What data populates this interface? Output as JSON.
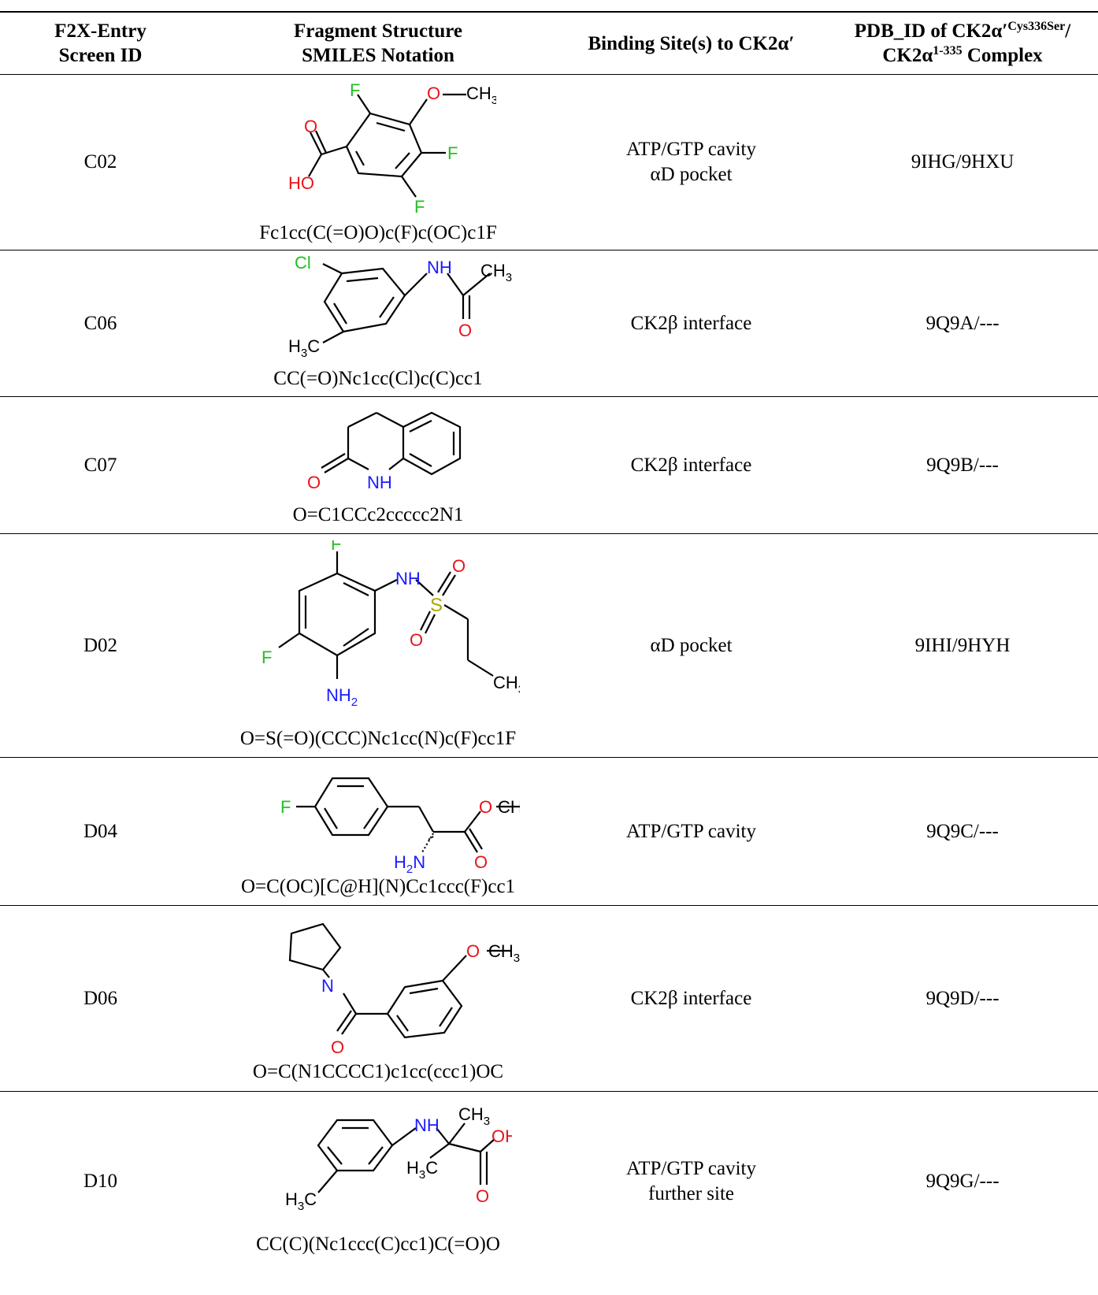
{
  "headers": {
    "col1_line1": "F2X-Entry",
    "col1_line2": "Screen ID",
    "col2_line1": "Fragment Structure",
    "col2_line2": "SMILES Notation",
    "col3_text": "Binding Site(s) to CK2α′",
    "col4_line1a": "PDB_ID of CK2α′",
    "col4_sup1": "Cys336Ser",
    "col4_line1b": "/",
    "col4_line2a": "CK2α",
    "col4_sup2": "1-335",
    "col4_line2b": " Complex"
  },
  "rows": [
    {
      "id": "C02",
      "smiles": "Fc1cc(C(=O)O)c(F)c(OC)c1F",
      "site_line1": "ATP/GTP cavity",
      "site_line2": "αD pocket",
      "pdb": "9IHG/9HXU"
    },
    {
      "id": "C06",
      "smiles": "CC(=O)Nc1cc(Cl)c(C)cc1",
      "site_line1": "CK2β interface",
      "site_line2": "",
      "pdb": "9Q9A/---"
    },
    {
      "id": "C07",
      "smiles": "O=C1CCc2ccccc2N1",
      "site_line1": "CK2β interface",
      "site_line2": "",
      "pdb": "9Q9B/---"
    },
    {
      "id": "D02",
      "smiles": "O=S(=O)(CCC)Nc1cc(N)c(F)cc1F",
      "site_line1": "αD pocket",
      "site_line2": "",
      "pdb": "9IHI/9HYH"
    },
    {
      "id": "D04",
      "smiles": "O=C(OC)[C@H](N)Cc1ccc(F)cc1",
      "site_line1": "ATP/GTP cavity",
      "site_line2": "",
      "pdb": "9Q9C/---"
    },
    {
      "id": "D06",
      "smiles": "O=C(N1CCCC1)c1cc(ccc1)OC",
      "site_line1": "CK2β interface",
      "site_line2": "",
      "pdb": "9Q9D/---"
    },
    {
      "id": "D10",
      "smiles": "CC(C)(Nc1ccc(C)cc1)C(=O)O",
      "site_line1": "ATP/GTP cavity",
      "site_line2": "further site",
      "pdb": "9Q9G/---"
    }
  ],
  "atoms": {
    "F": "F",
    "O": "O",
    "CH3": "CH",
    "sub3": "3",
    "HO": "HO",
    "Cl": "Cl",
    "NH": "NH",
    "H3C_H": "H",
    "H3C_C": "C",
    "S": "S",
    "NH2_N": "NH",
    "sub2": "2",
    "N": "N",
    "OH": "OH",
    "H2N_H": "H",
    "H2N_N": "N"
  },
  "colors": {
    "fluorine": "#22c022",
    "chlorine": "#22c022",
    "oxygen": "#e8141a",
    "nitrogen": "#1a1aff",
    "sulfur": "#a8a800"
  }
}
